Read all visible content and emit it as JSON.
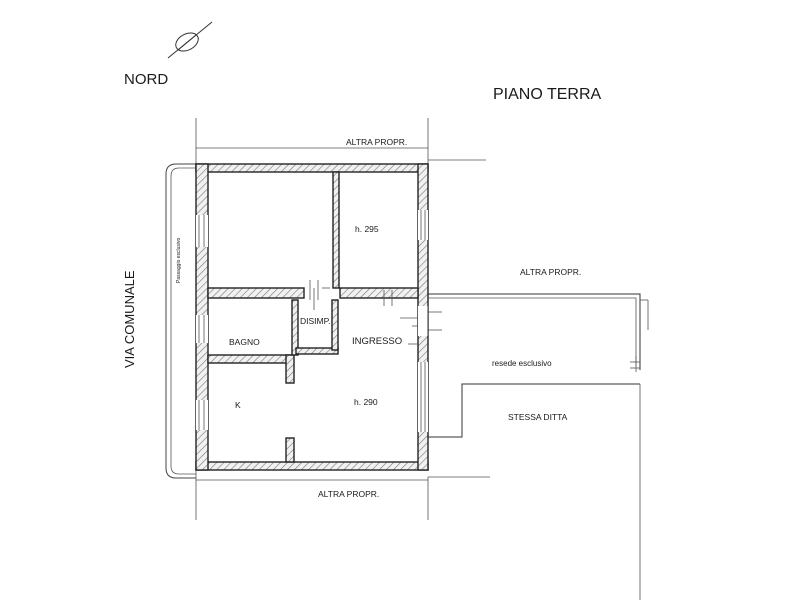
{
  "compass": {
    "label": "NORD"
  },
  "title": "PIANO TERRA",
  "labels": {
    "north_neighbor": "ALTRA PROPR.",
    "south_neighbor": "ALTRA PROPR.",
    "east_neighbor": "ALTRA PROPR.",
    "street": "VIA COMUNALE",
    "side_passage": "Passaggio esclusivo",
    "room_height_upper": "h. 295",
    "room_height_lower": "h. 290",
    "bathroom": "BAGNO",
    "landing": "DISIMP.",
    "entrance": "INGRESSO",
    "kitchen": "K",
    "exclusive_yard": "resede esclusivo",
    "same_owner": "STESSA DITTA"
  },
  "colors": {
    "ink": "#222222",
    "background": "#ffffff"
  }
}
